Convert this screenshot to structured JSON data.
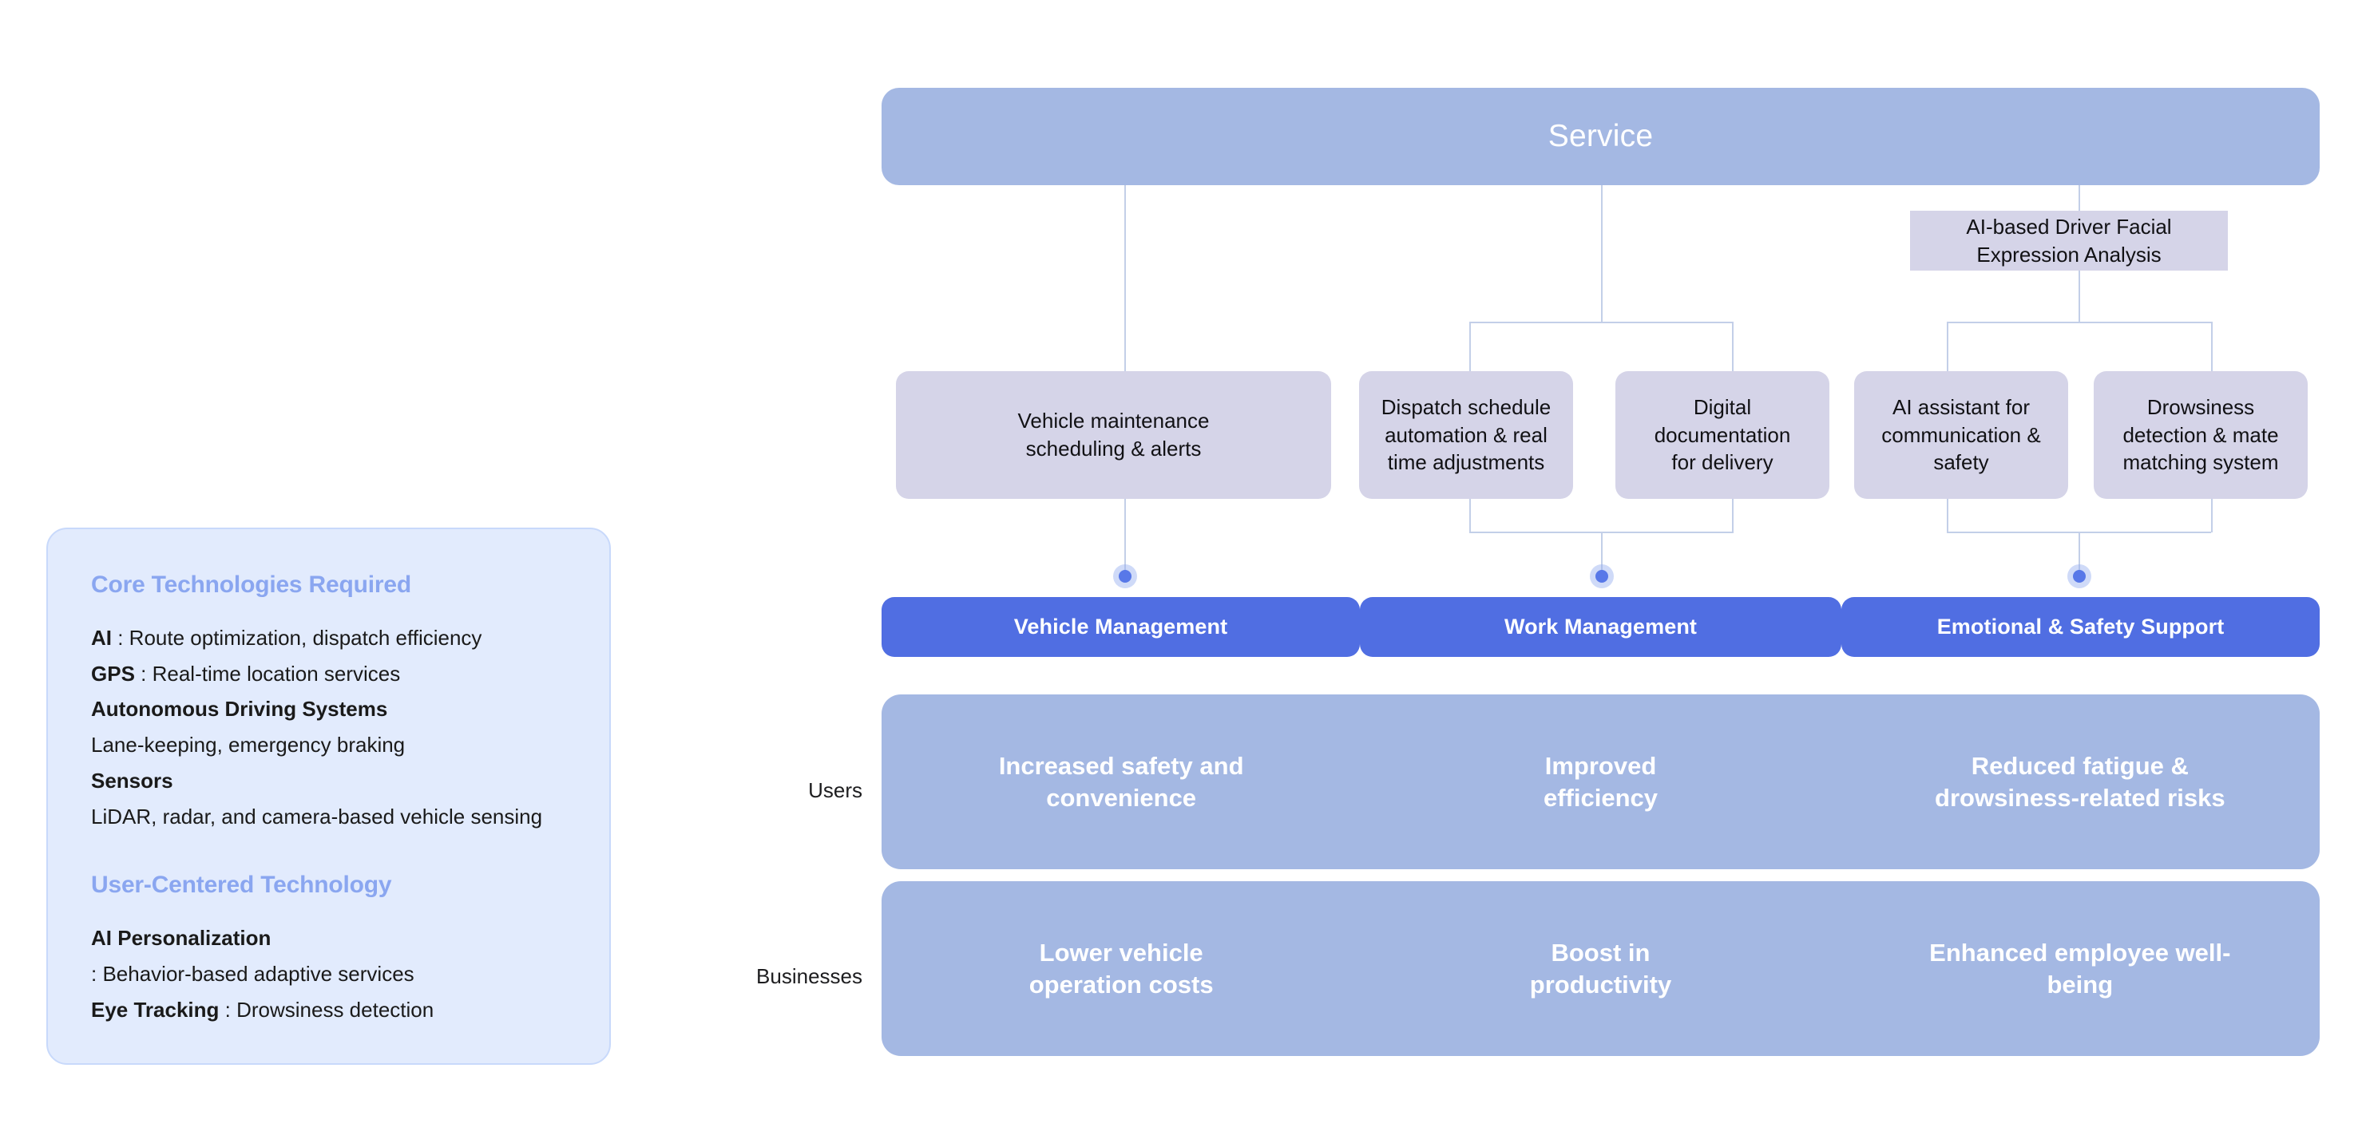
{
  "palette": {
    "banner_blue": "#a4b8e3",
    "pill_blue": "#506ee2",
    "feature_purple": "#d5d4e8",
    "card_bg": "#e2ebfd",
    "card_border": "#c8d9fb",
    "heading_blue": "#8aa6f0",
    "connector": "#c3cfe8",
    "dot": "#5878e8"
  },
  "tech_card": {
    "section1_heading": "Core Technologies Required",
    "section1_items": [
      {
        "key": "AI",
        "sep": " : ",
        "value": "Route optimization, dispatch efficiency"
      },
      {
        "key": "GPS",
        "sep": " : ",
        "value": "Real-time location services"
      },
      {
        "key": "Autonomous Driving Systems",
        "sep": "",
        "value": ""
      },
      {
        "key": "",
        "sep": "",
        "value": "Lane-keeping, emergency braking"
      },
      {
        "key": "Sensors",
        "sep": "",
        "value": ""
      },
      {
        "key": "",
        "sep": "",
        "value": "LiDAR, radar, and camera-based vehicle sensing"
      }
    ],
    "section2_heading": "User-Centered Technology",
    "section2_items": [
      {
        "key": "AI Personalization",
        "sep": "",
        "value": ""
      },
      {
        "key": "",
        "sep": "",
        "value": ": Behavior-based adaptive services"
      },
      {
        "key": "Eye Tracking",
        "sep": " : ",
        "value": "Drowsiness detection"
      }
    ]
  },
  "diagram": {
    "service_banner": "Service",
    "tech_node": "AI-based Driver Facial\nExpression Analysis",
    "tech_node_line1": "AI-based Driver Facial",
    "tech_node_line2": "Expression Analysis",
    "features": [
      {
        "id": "vehicle-maintenance",
        "line1": "Vehicle maintenance",
        "line2": "scheduling & alerts",
        "line3": ""
      },
      {
        "id": "dispatch-automation",
        "line1": "Dispatch schedule",
        "line2": "automation & real",
        "line3": "time adjustments"
      },
      {
        "id": "digital-documentation",
        "line1": "Digital",
        "line2": "documentation",
        "line3": "for delivery"
      },
      {
        "id": "ai-assistant",
        "line1": "AI assistant for",
        "line2": "communication &",
        "line3": "safety"
      },
      {
        "id": "drowsiness-detection",
        "line1": "Drowsiness",
        "line2": "detection & mate",
        "line3": "matching system"
      }
    ],
    "management": [
      {
        "id": "vehicle-management",
        "label": "Vehicle Management"
      },
      {
        "id": "work-management",
        "label": "Work Management"
      },
      {
        "id": "emotional-safety-support",
        "label": "Emotional & Safety Support"
      }
    ],
    "outcome_rows": [
      {
        "id": "users",
        "label": "Users",
        "cells": [
          {
            "line1": "Increased safety and",
            "line2": "convenience"
          },
          {
            "line1": "Improved",
            "line2": "efficiency"
          },
          {
            "line1": "Reduced fatigue &",
            "line2": "drowsiness-related risks"
          }
        ]
      },
      {
        "id": "businesses",
        "label": "Businesses",
        "cells": [
          {
            "line1": "Lower vehicle",
            "line2": "operation costs"
          },
          {
            "line1": "Boost in",
            "line2": "productivity"
          },
          {
            "line1": "Enhanced employee well-",
            "line2": "being"
          }
        ]
      }
    ]
  }
}
